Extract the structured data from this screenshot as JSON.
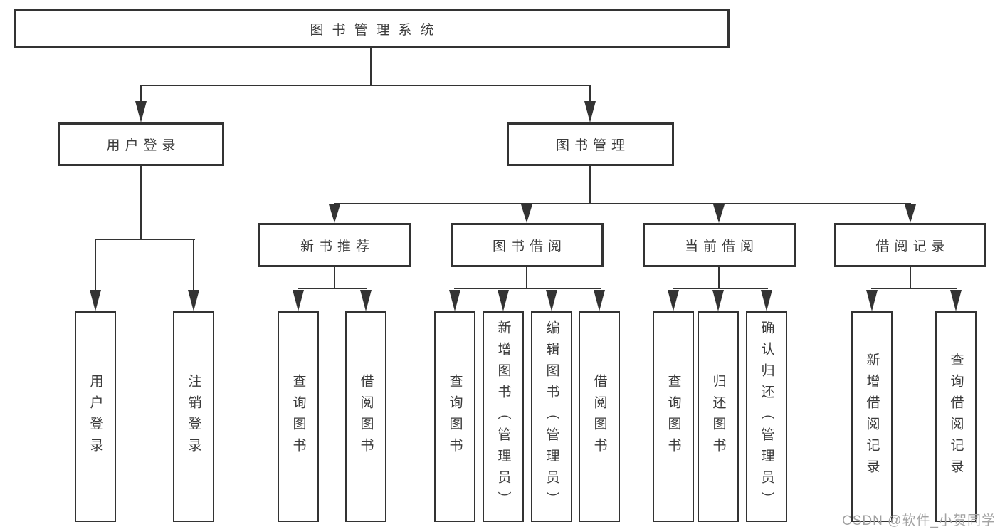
{
  "tree": {
    "label": "图书管理系统",
    "children": [
      {
        "label": "用户登录",
        "children": [
          {
            "label": "用户登录"
          },
          {
            "label": "注销登录"
          }
        ]
      },
      {
        "label": "图书管理",
        "children": [
          {
            "label": "新书推荐",
            "children": [
              {
                "label": "查询图书"
              },
              {
                "label": "借阅图书"
              }
            ]
          },
          {
            "label": "图书借阅",
            "children": [
              {
                "label": "查询图书"
              },
              {
                "label": "新增图书（管理员）"
              },
              {
                "label": "编辑图书（管理员）"
              },
              {
                "label": "借阅图书"
              }
            ]
          },
          {
            "label": "当前借阅",
            "children": [
              {
                "label": "查询图书"
              },
              {
                "label": "归还图书"
              },
              {
                "label": "确认归还（管理员）"
              }
            ]
          },
          {
            "label": "借阅记录",
            "children": [
              {
                "label": "新增借阅记录"
              },
              {
                "label": "查询借阅记录"
              }
            ]
          }
        ]
      }
    ]
  },
  "watermark": {
    "text": "CSDN @软件_小贺同学"
  },
  "colors": {
    "line": "#333333",
    "text": "#3b3b3b",
    "background": "#ffffff",
    "watermark": "#a2a2a2"
  }
}
